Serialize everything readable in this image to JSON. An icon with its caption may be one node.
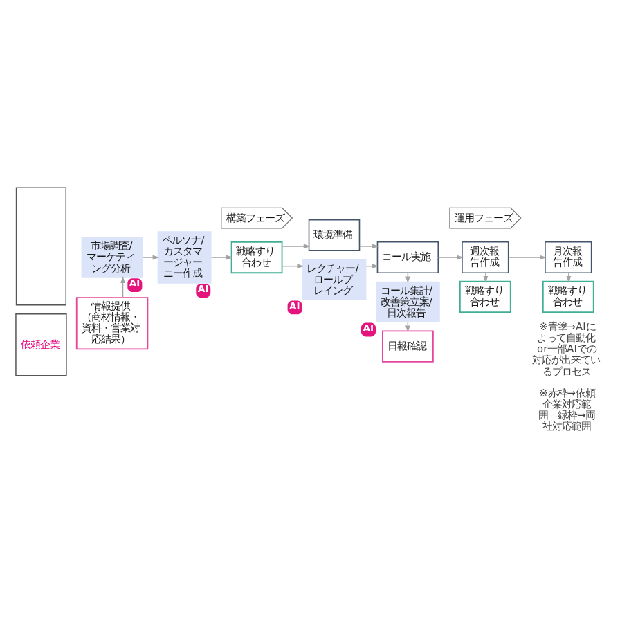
{
  "diagram": {
    "nodes": [
      {
        "text": [
          "構築フェーズ"
        ]
      },
      {
        "text": [
          "運用フェーズ"
        ]
      },
      {
        "text": [],
        "shape": "box"
      },
      {
        "text": [
          "依頼企業"
        ]
      },
      {
        "text": [
          "市場調査/マーケティング分析"
        ],
        "beside": [
          "AI"
        ]
      },
      {
        "text": [
          "ペルソナ/カスタマージャーニー作成"
        ],
        "beside": [
          "AI"
        ]
      },
      {
        "text": [
          "環境準備"
        ]
      },
      {
        "text": [
          "レクチャー/ロールプレイング"
        ],
        "beside": [
          "AI"
        ]
      },
      {
        "text": [
          "戦略すり合わせ"
        ]
      },
      {
        "text": [
          "情報提供（商材情報・資料・営業対応結果）"
        ]
      },
      {
        "text": [
          "コール実施"
        ]
      },
      {
        "text": [
          "週次報告作成"
        ]
      },
      {
        "text": [
          "月次報告作成"
        ]
      },
      {
        "text": [
          "コール集計/改善策立案/日次報告"
        ],
        "beside": [
          "AI"
        ]
      },
      {
        "text": [
          "戦略すり合わせ"
        ]
      },
      {
        "text": [
          "戦略すり合わせ"
        ]
      },
      {
        "text": [
          "日報確認"
        ]
      }
    ],
    "edges": [
      {
        "from": 9,
        "to": 4,
        "arrow": "to"
      },
      {
        "from": 4,
        "to": 5,
        "arrow": "to"
      },
      {
        "from": 5,
        "to": 8,
        "arrow": "to"
      },
      {
        "from": 8,
        "to": 6,
        "arrow": "to"
      },
      {
        "from": 8,
        "to": 7,
        "arrow": "to"
      },
      {
        "from": 6,
        "to": 10,
        "arrow": "to"
      },
      {
        "from": 7,
        "to": 10,
        "arrow": "to"
      },
      {
        "from": 10,
        "to": 11,
        "arrow": "to"
      },
      {
        "from": 11,
        "to": 12,
        "arrow": "to"
      },
      {
        "from": 10,
        "to": 13,
        "arrow": "to"
      },
      {
        "from": 13,
        "to": 16,
        "arrow": "to"
      },
      {
        "from": 11,
        "to": 14,
        "arrow": "to"
      },
      {
        "from": 12,
        "to": 15,
        "arrow": "to"
      }
    ],
    "labels": [
      "※青塗→AIによって自動化or一部AIでの対応が出来ているプロセス",
      "※赤枠→依頼企業対応範囲　緑枠→両社対応範囲"
    ]
  }
}
